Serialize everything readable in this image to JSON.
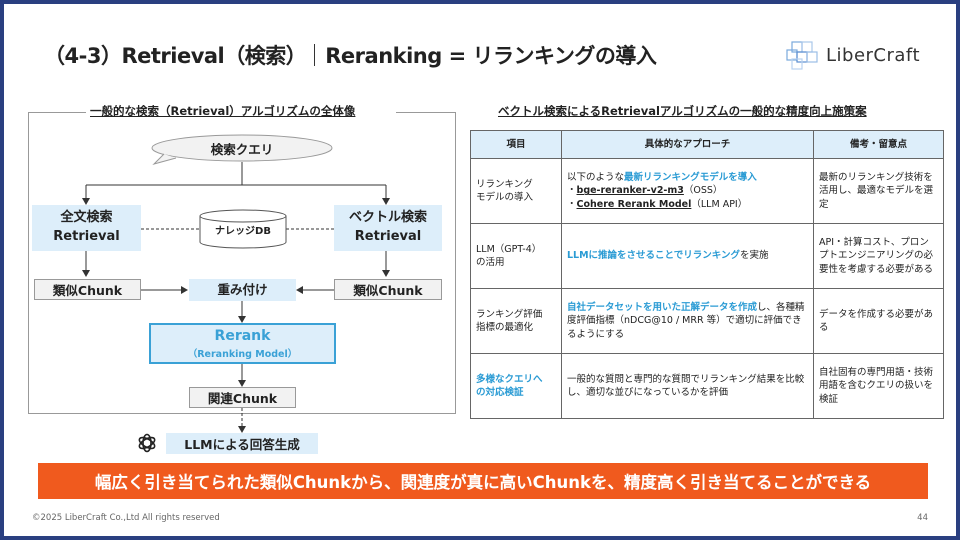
{
  "slide": {
    "title_left": "（4-3）Retrieval（検索）",
    "title_right": "Reranking = リランキングの導入",
    "logo_text": "LiberCraft",
    "footer": "©2025 LiberCraft Co.,Ltd All rights reserved",
    "page_number": "44",
    "banner": "幅広く引き当てられた類似Chunkから、関連度が真に高いChunkを、精度高く引き当てることができる"
  },
  "diagram": {
    "title": "一般的な検索（Retrieval）アルゴリズムの全体像",
    "query": "検索クエリ",
    "knowledge_db": "ナレッジDB",
    "fulltext_line1": "全文検索",
    "fulltext_line2": "Retrieval",
    "vector_line1": "ベクトル検索",
    "vector_line2": "Retrieval",
    "similar_chunk_left": "類似Chunk",
    "similar_chunk_right": "類似Chunk",
    "weighting": "重み付け",
    "rerank": "Rerank",
    "rerank_sub": "（Reranking Model）",
    "related_chunk": "関連Chunk",
    "llm_answer": "LLMによる回答生成"
  },
  "table": {
    "title": "ベクトル検索によるRetrievalアルゴリズムの一般的な精度向上施策案",
    "headers": [
      "項目",
      "具体的なアプローチ",
      "備考・留意点"
    ],
    "rows": [
      {
        "item": "リランキング\nモデルの導入",
        "approach_pre": "以下のような",
        "approach_hl": "最新リランキングモデルを導入",
        "approach_b1_pre": "・",
        "approach_b1_ul": "bge-reranker-v2-m3",
        "approach_b1_post": "（OSS）",
        "approach_b2_pre": "・",
        "approach_b2_ul": "Cohere Rerank Model",
        "approach_b2_post": "（LLM API）",
        "note": "最新のリランキング技術を活用し、最適なモデルを選定"
      },
      {
        "item": "LLM（GPT-4）\nの活用",
        "approach_hl": "LLMに推論をさせることでリランキング",
        "approach_post": "を実施",
        "note": "API・計算コスト、プロンプトエンジニアリングの必要性を考慮する必要がある"
      },
      {
        "item": "ランキング評価\n指標の最適化",
        "approach_hl": "自社データセットを用いた正解データを作成",
        "approach_post": "し、各種精度評価指標（nDCG@10 / MRR 等）で適切に評価できるようにする",
        "note": "データを作成する必要がある"
      },
      {
        "item": "多様なクエリへ\nの対応検証",
        "approach": "一般的な質問と専門的な質問でリランキング結果を比較し、適切な並びになっているかを評価",
        "note": "自社固有の専門用語・技術用語を含むクエリの扱いを検証"
      }
    ]
  },
  "colors": {
    "accent_blue": "#2a9bd4",
    "banner_orange": "#f05a1e",
    "light_blue_fill": "#ddeefa",
    "frame_navy": "#2a3f80"
  },
  "icons": {
    "logo": "libercraft-cubes-icon",
    "llm": "openai-icon"
  }
}
